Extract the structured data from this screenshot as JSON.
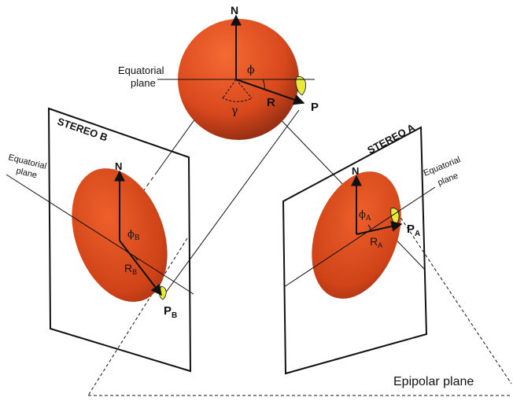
{
  "labels": {
    "north_top": "N",
    "equatorial_top": "Equatorial",
    "plane_top": "plane",
    "phi": "ϕ",
    "gamma": "γ",
    "r": "R",
    "p": "P",
    "stereo_b": "STEREO B",
    "stereo_a": "STEREO A",
    "equatorial_left": "Equatorial",
    "plane_left": "plane",
    "equatorial_right": "Equatorial",
    "plane_right": "plane",
    "north_b": "N",
    "phi_b_sym": "ϕ",
    "phi_b_sub": "B",
    "r_b_main": "R",
    "r_b_sub": "B",
    "p_b_main": "P",
    "p_b_sub": "B",
    "north_a": "N",
    "phi_a_sym": "ϕ",
    "phi_a_sub": "A",
    "r_a_main": "R",
    "r_a_sub": "A",
    "p_a_main": "P",
    "p_a_sub": "A",
    "epipolar": "Epipolar plane"
  },
  "colors": {
    "sphere_light": "#f0652e",
    "sphere_dark": "#8c2a12",
    "feature": "#e8ea3a",
    "line": "#111111"
  }
}
